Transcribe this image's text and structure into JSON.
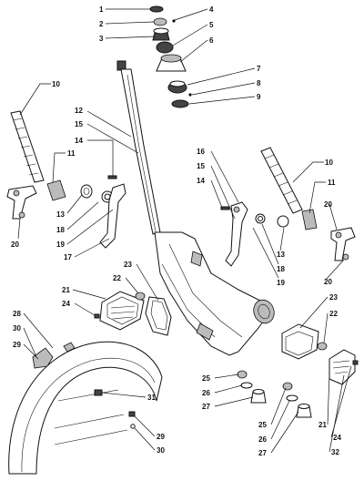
{
  "labels": {
    "l1": "1",
    "l2": "2",
    "l3": "3",
    "l4": "4",
    "l5": "5",
    "l6": "6",
    "l7": "7",
    "l8": "8",
    "l9": "9",
    "l10a": "10",
    "l10b": "10",
    "l11a": "11",
    "l11b": "11",
    "l12": "12",
    "l13a": "13",
    "l13b": "13",
    "l14a": "14",
    "l14b": "14",
    "l15a": "15",
    "l15b": "15",
    "l16": "16",
    "l17": "17",
    "l18a": "18",
    "l18b": "18",
    "l19a": "19",
    "l19b": "19",
    "l20a": "20",
    "l20b": "20",
    "l21a": "21",
    "l21b": "21",
    "l22a": "22",
    "l22b": "22",
    "l23a": "23",
    "l23b": "23",
    "l24a": "24",
    "l24b": "24",
    "l25a": "25",
    "l25b": "25",
    "l26a": "26",
    "l26b": "26",
    "l27a": "27",
    "l27b": "27",
    "l28": "28",
    "l29a": "29",
    "l29b": "29",
    "l30a": "30",
    "l30b": "30",
    "l31": "31",
    "l32": "32"
  }
}
